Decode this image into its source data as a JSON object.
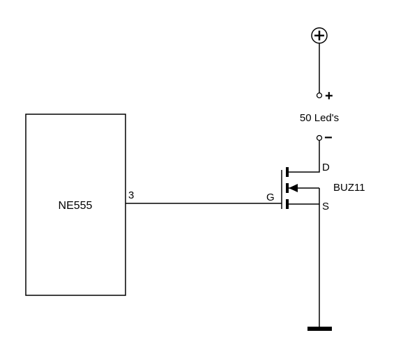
{
  "diagram": {
    "ic": {
      "name": "NE555",
      "output_pin": "3"
    },
    "load": {
      "label": "50 Led's",
      "plus_terminal": "+",
      "minus_terminal": "−"
    },
    "transistor": {
      "name": "BUZ11",
      "gate": "G",
      "drain": "D",
      "source": "S"
    },
    "supply": {
      "icon": "power-plus-icon"
    },
    "ground": {
      "icon": "ground-icon"
    }
  }
}
